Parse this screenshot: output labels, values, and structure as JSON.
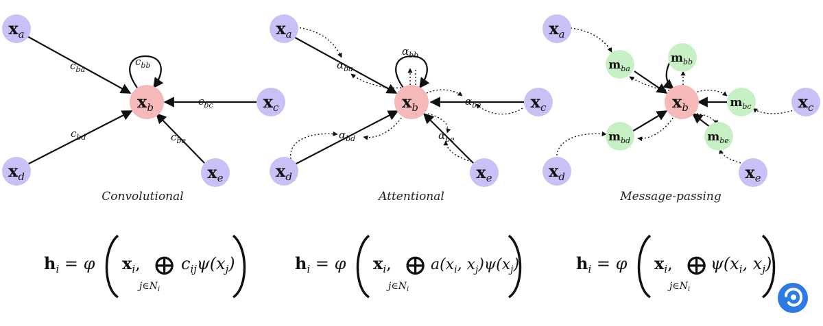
{
  "colors": {
    "neighbor": "#c7c1f5",
    "center": "#f6b9b9",
    "message": "#c7f1c5",
    "edge": "#111111",
    "logo": "#2f7be6"
  },
  "panels": [
    {
      "id": "convolutional",
      "title": "Convolutional",
      "nodes": {
        "xa": {
          "base": "x",
          "sub": "a"
        },
        "xb": {
          "base": "x",
          "sub": "b"
        },
        "xc": {
          "base": "x",
          "sub": "c"
        },
        "xd": {
          "base": "x",
          "sub": "d"
        },
        "xe": {
          "base": "x",
          "sub": "e"
        }
      },
      "edge_labels": {
        "ba": {
          "base": "c",
          "sub": "ba"
        },
        "bb": {
          "base": "c",
          "sub": "bb"
        },
        "bc": {
          "base": "c",
          "sub": "bc"
        },
        "bd": {
          "base": "c",
          "sub": "bd"
        },
        "be": {
          "base": "c",
          "sub": "be"
        }
      },
      "formula": {
        "lhs": "h",
        "lhs_sub": "i",
        "phi": "φ",
        "x": "x",
        "x_sub": "i",
        "op": "⊕",
        "under": "j∈N",
        "under_sub": "i",
        "term": "c",
        "term_sub": "ij",
        "psi": "ψ(x",
        "psi_sub": "j",
        "close": ")"
      }
    },
    {
      "id": "attentional",
      "title": "Attentional",
      "nodes": {
        "xa": {
          "base": "x",
          "sub": "a"
        },
        "xb": {
          "base": "x",
          "sub": "b"
        },
        "xc": {
          "base": "x",
          "sub": "c"
        },
        "xd": {
          "base": "x",
          "sub": "d"
        },
        "xe": {
          "base": "x",
          "sub": "e"
        }
      },
      "edge_labels": {
        "ba": {
          "base": "α",
          "sub": "ba"
        },
        "bb": {
          "base": "α",
          "sub": "bb"
        },
        "bc": {
          "base": "α",
          "sub": "bc"
        },
        "bd": {
          "base": "α",
          "sub": "bd"
        },
        "be": {
          "base": "α",
          "sub": "be"
        }
      },
      "formula": {
        "lhs": "h",
        "lhs_sub": "i",
        "phi": "φ",
        "x": "x",
        "x_sub": "i",
        "op": "⊕",
        "under": "j∈N",
        "under_sub": "i",
        "term": "a(x",
        "term_sub": "i",
        "term2": ", x",
        "term2_sub": "j",
        "term3": ")ψ(x",
        "term3_sub": "j",
        "close": ")"
      }
    },
    {
      "id": "message-passing",
      "title": "Message-passing",
      "nodes": {
        "xa": {
          "base": "x",
          "sub": "a"
        },
        "xb": {
          "base": "x",
          "sub": "b"
        },
        "xc": {
          "base": "x",
          "sub": "c"
        },
        "xd": {
          "base": "x",
          "sub": "d"
        },
        "xe": {
          "base": "x",
          "sub": "e"
        }
      },
      "messages": {
        "ba": {
          "base": "m",
          "sub": "ba"
        },
        "bb": {
          "base": "m",
          "sub": "bb"
        },
        "bc": {
          "base": "m",
          "sub": "bc"
        },
        "bd": {
          "base": "m",
          "sub": "bd"
        },
        "be": {
          "base": "m",
          "sub": "be"
        }
      },
      "formula": {
        "lhs": "h",
        "lhs_sub": "i",
        "phi": "φ",
        "x": "x",
        "x_sub": "i",
        "op": "⊕",
        "under": "j∈N",
        "under_sub": "i",
        "psi": "ψ(x",
        "psi_sub": "i",
        "psi2": ", x",
        "psi2_sub": "j",
        "close": ")"
      }
    }
  ]
}
